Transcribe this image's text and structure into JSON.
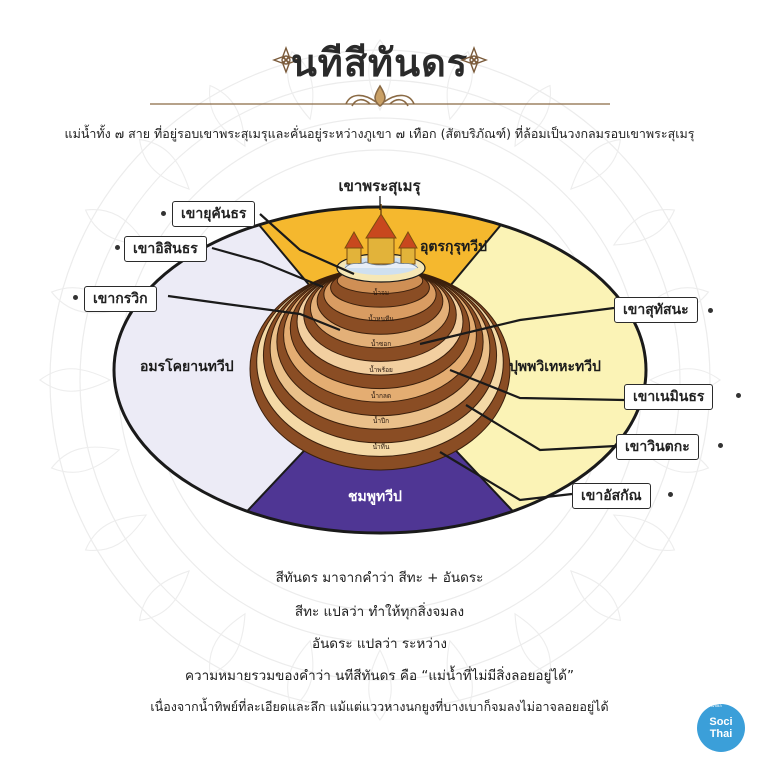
{
  "title": "นทีสีทันดร",
  "subtitle": "แม่น้ำทั้ง ๗ สาย ที่อยู่รอบเขาพระสุเมรุและคั่นอยู่ระหว่างภูเขา ๗ เทือก (สัตบริภัณฑ์) ที่ล้อมเป็นวงกลมรอบเขาพระสุเมรุ",
  "diagram": {
    "summit": "เขาพระสุเมรุ",
    "mountains_left": [
      {
        "label": "เขายุคันธร"
      },
      {
        "label": "เขาอิสินธร"
      },
      {
        "label": "เขากรวิก"
      }
    ],
    "mountains_right": [
      {
        "label": "เขาสุทัสนะ"
      },
      {
        "label": "เขาเนมินธร"
      },
      {
        "label": "เขาวินตกะ"
      },
      {
        "label": "เขาอัสกัณ"
      }
    ],
    "continents": {
      "north": "อุตรกุรุทวีป",
      "east": "ปุพพวิเทหะทวีป",
      "west": "อมรโคยานทวีป",
      "south": "ชมพูทวีป"
    },
    "rivers": [
      "น้ำจม",
      "น้ำหนทีน",
      "น้ำซอก",
      "น้ำพร้อย",
      "น้ำกลด",
      "น้ำปีก",
      "น้ำทีน"
    ],
    "colors": {
      "north": "#f5b82e",
      "east": "#fbf3b6",
      "west": "#ecebf6",
      "south": "#4f3694",
      "outline": "#1a1a1a"
    }
  },
  "explanation": [
    "สีทันดร มาจากคำว่า สีทะ + อันดระ",
    "สีทะ แปลว่า ทำให้ทุกสิ่งจมลง",
    "อันดระ แปลว่า ระหว่าง",
    "ความหมายรวมของคำว่า นทีสีทันดร คือ “แม่น้ำที่ไม่มีสิ่งลอยอยู่ได้”",
    "เนื่องจากน้ำทิพย์ที่ละเอียดและลึก แม้แต่แววหางนกยูงที่บางเบาก็จมลงไม่อาจลอยอยู่ได้"
  ],
  "logo": {
    "line1": "Soci",
    "line2": "Thai",
    "caption": "ไทยโซเชียล"
  }
}
